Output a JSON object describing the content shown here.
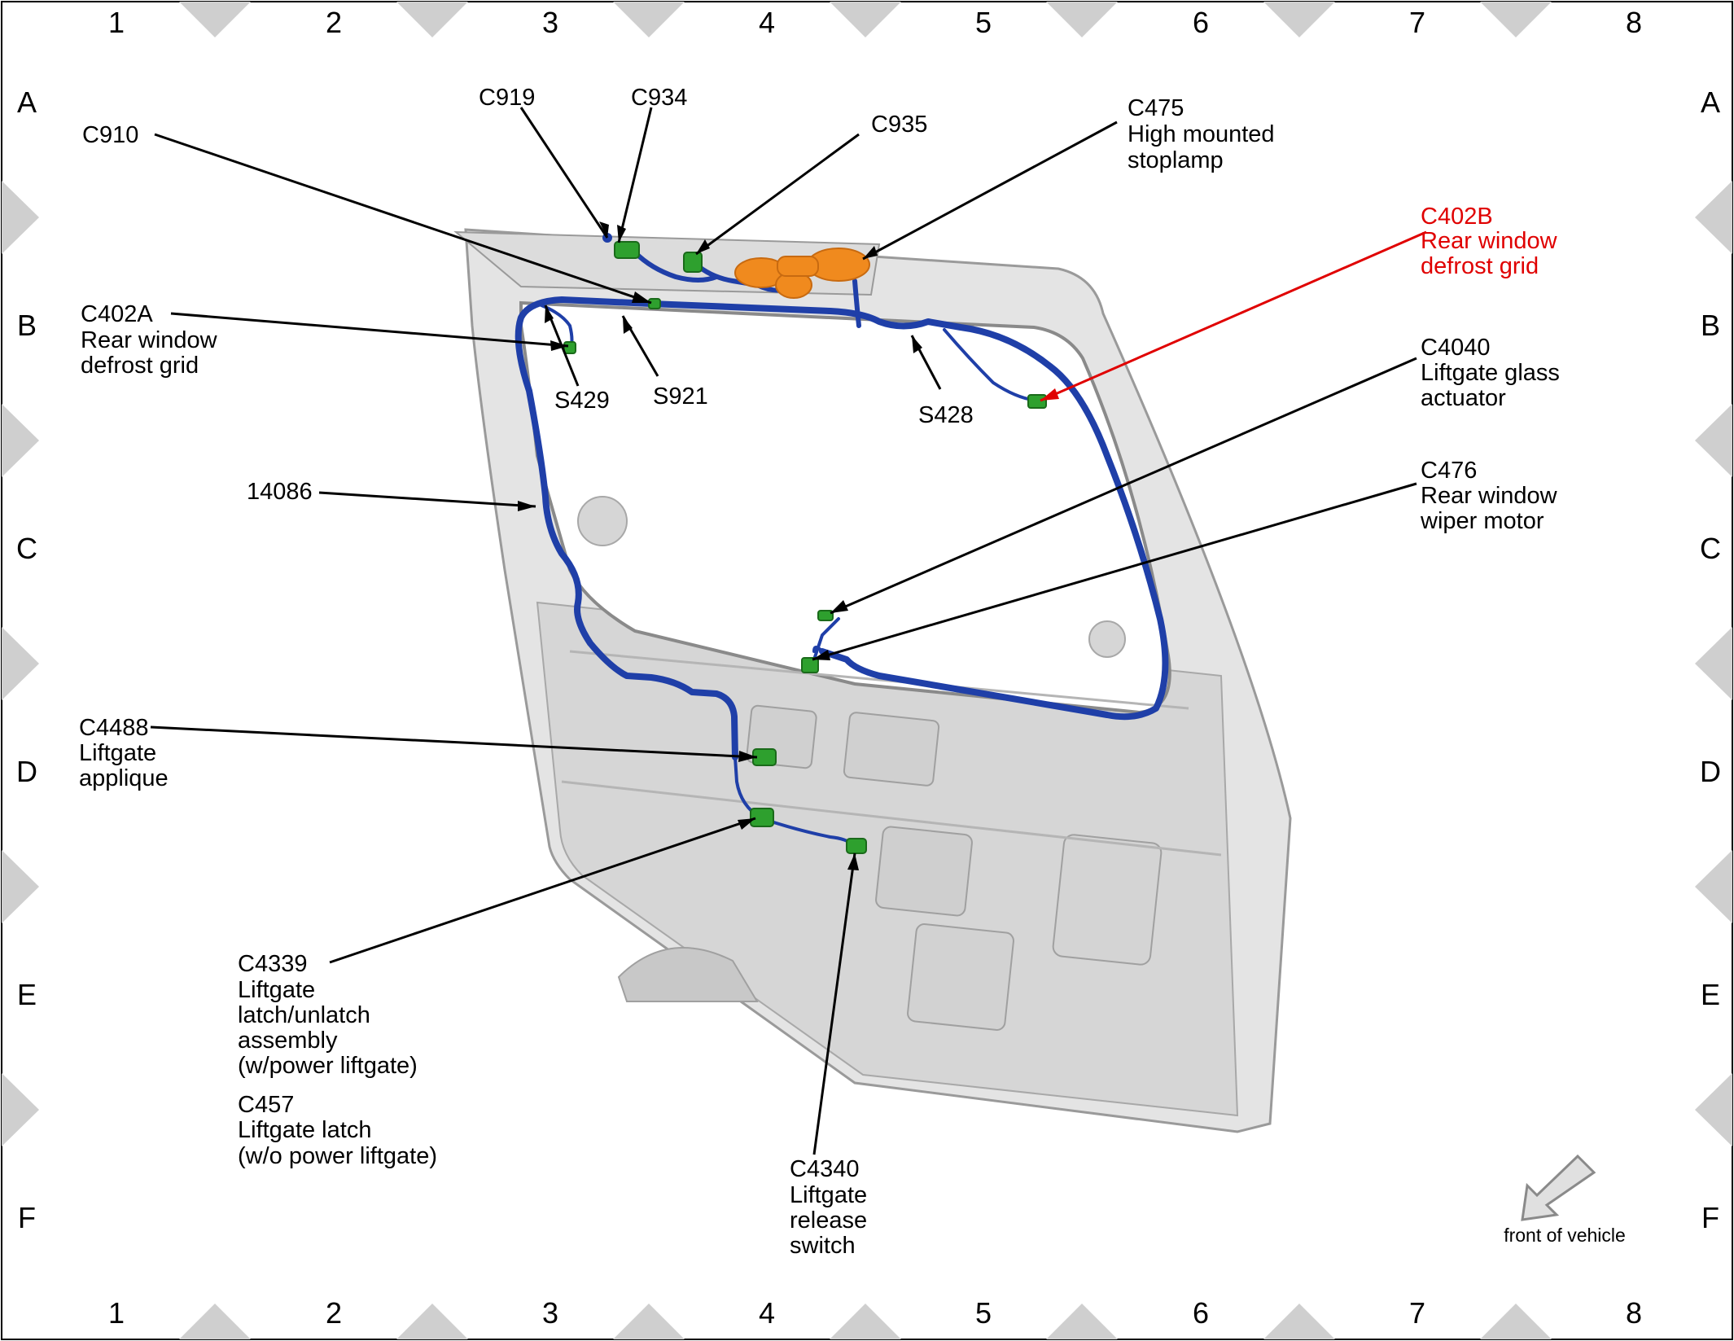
{
  "grid": {
    "columns": [
      "1",
      "2",
      "3",
      "4",
      "5",
      "6",
      "7",
      "8"
    ],
    "rows": [
      "A",
      "B",
      "C",
      "D",
      "E",
      "F"
    ]
  },
  "labels": {
    "c910": "C910",
    "c919": "C919",
    "c934": "C934",
    "c935": "C935",
    "c475_id": "C475",
    "c475_l1": "High mounted",
    "c475_l2": "stoplamp",
    "c402b_id": "C402B",
    "c402b_l1": "Rear window",
    "c402b_l2": "defrost grid",
    "c402a_id": "C402A",
    "c402a_l1": "Rear window",
    "c402a_l2": "defrost grid",
    "s429": "S429",
    "s921": "S921",
    "s428": "S428",
    "c4040_id": "C4040",
    "c4040_l1": "Liftgate glass",
    "c4040_l2": "actuator",
    "c476_id": "C476",
    "c476_l1": "Rear window",
    "c476_l2": "wiper motor",
    "harness": "14086",
    "c4488_id": "C4488",
    "c4488_l1": "Liftgate",
    "c4488_l2": "applique",
    "c4339_id": "C4339",
    "c4339_l1": "Liftgate",
    "c4339_l2": "latch/unlatch",
    "c4339_l3": "assembly",
    "c4339_l4": "(w/power liftgate)",
    "c457_id": "C457",
    "c457_l1": "Liftgate latch",
    "c457_l2": "(w/o power liftgate)",
    "c4340_id": "C4340",
    "c4340_l1": "Liftgate",
    "c4340_l2": "release",
    "c4340_l3": "switch",
    "front": "front of vehicle"
  },
  "colors": {
    "harness": "#1f3fa8",
    "connector": "#2ea02e",
    "stoplamp": "#f08a1e",
    "panel": "#e6e6e6",
    "highlight": "#e00000"
  }
}
